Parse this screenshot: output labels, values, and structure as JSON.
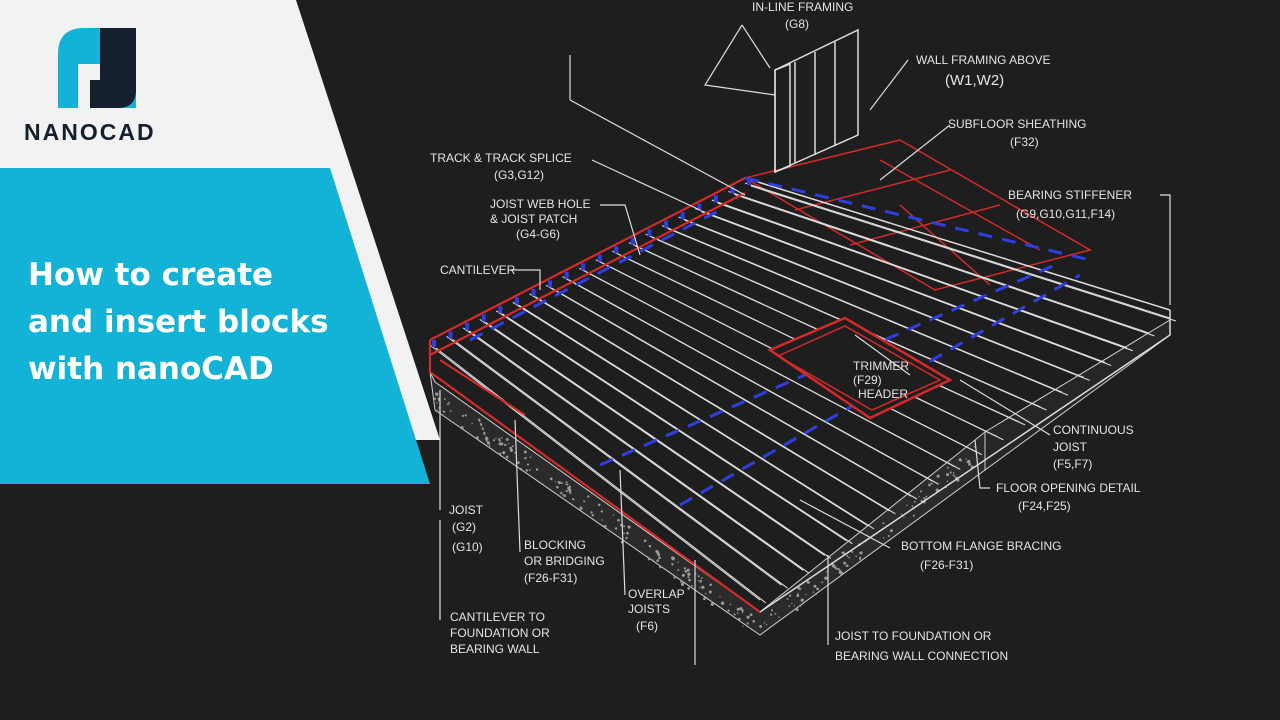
{
  "brand": {
    "name": "NANOCAD",
    "logo_icon": "nanocad-logo-icon",
    "colors": {
      "cyan": "#12b3d6",
      "dark": "#15202c",
      "panel": "#f2f2f2"
    }
  },
  "headline": {
    "line1": "How to create",
    "line2": "and insert blocks",
    "line3": "with nanoCAD"
  },
  "drawing": {
    "colors": {
      "background": "#1e1e1f",
      "linework": "#dcdcdc",
      "red": "#d42a2a",
      "blue": "#2f3ee0"
    },
    "labels": {
      "inline_framing": "IN-LINE FRAMING",
      "inline_framing_ref": "(G8)",
      "wall_framing": "WALL FRAMING ABOVE",
      "wall_framing_ref": "(W1,W2)",
      "subfloor": "SUBFLOOR SHEATHING",
      "subfloor_ref": "(F32)",
      "track_splice": "TRACK & TRACK SPLICE",
      "track_splice_ref": "(G3,G12)",
      "web_hole_1": "JOIST WEB HOLE",
      "web_hole_2": "& JOIST PATCH",
      "web_hole_ref": "(G4-G6)",
      "bearing_stiffener": "BEARING STIFFENER",
      "bearing_stiffener_ref": "(G9,G10,G11,F14)",
      "cantilever": "CANTILEVER",
      "trimmer": "TRIMMER",
      "trimmer_ref": "(F29)",
      "header": "HEADER",
      "continuous_1": "CONTINUOUS",
      "continuous_2": "JOIST",
      "continuous_ref": "(F5,F7)",
      "floor_opening": "FLOOR OPENING DETAIL",
      "floor_opening_ref": "(F24,F25)",
      "joist": "JOIST",
      "joist_ref1": "(G2)",
      "joist_ref2": "(G10)",
      "blocking_1": "BLOCKING",
      "blocking_2": "OR BRIDGING",
      "blocking_ref": "(F26-F31)",
      "bottom_flange": "BOTTOM FLANGE BRACING",
      "bottom_flange_ref": "(F26-F31)",
      "overlap_1": "OVERLAP",
      "overlap_2": "JOISTS",
      "overlap_ref": "(F6)",
      "cant_found_1": "CANTILEVER TO",
      "cant_found_2": "FOUNDATION OR",
      "cant_found_3": "BEARING WALL",
      "joist_found_1": "JOIST TO FOUNDATION OR",
      "joist_found_2": "BEARING WALL CONNECTION"
    }
  }
}
